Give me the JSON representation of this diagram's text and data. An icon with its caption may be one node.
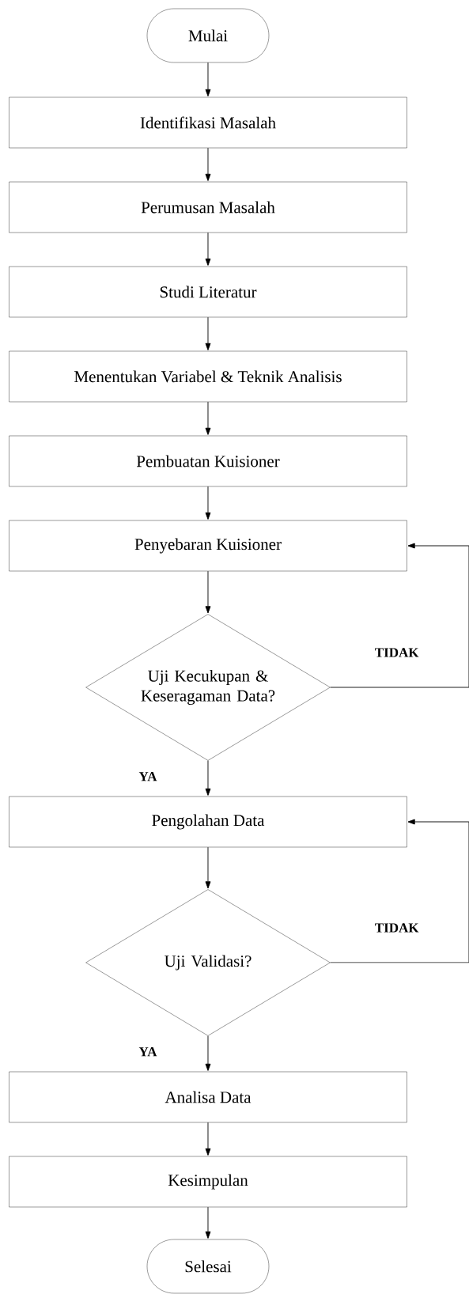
{
  "diagram": {
    "nodes": [
      {
        "text": [
          "Mulai"
        ]
      },
      {
        "text": [
          "Identifikasi Masalah"
        ]
      },
      {
        "text": [
          "Perumusan Masalah"
        ]
      },
      {
        "text": [
          "Studi Literatur"
        ]
      },
      {
        "text": [
          "Menentukan Variabel & Teknik Analisis"
        ]
      },
      {
        "text": [
          "Pembuatan Kuisioner"
        ]
      },
      {
        "text": [
          "Penyebaran Kuisioner"
        ]
      },
      {
        "text": [
          "Uji Kecukupan & Keseragaman Data?"
        ]
      },
      {
        "text": [
          "Pengolahan Data"
        ]
      },
      {
        "text": [
          "Uji Validasi?"
        ]
      },
      {
        "text": [
          "Analisa Data"
        ]
      },
      {
        "text": [
          "Kesimpulan"
        ]
      },
      {
        "text": [
          "Selesai"
        ]
      }
    ],
    "edges": [
      {
        "from": 0,
        "to": 1,
        "arrow": "to"
      },
      {
        "from": 1,
        "to": 2,
        "arrow": "to"
      },
      {
        "from": 2,
        "to": 3,
        "arrow": "to"
      },
      {
        "from": 3,
        "to": 4,
        "arrow": "to"
      },
      {
        "from": 4,
        "to": 5,
        "arrow": "to"
      },
      {
        "from": 5,
        "to": 6,
        "arrow": "to"
      },
      {
        "from": 6,
        "to": 7,
        "arrow": "to"
      },
      {
        "from": 7,
        "to": 8,
        "arrow": "to",
        "label": "YA"
      },
      {
        "from": 7,
        "to": 6,
        "arrow": "to",
        "label": "TIDAK"
      },
      {
        "from": 8,
        "to": 9,
        "arrow": "to"
      },
      {
        "from": 9,
        "to": 10,
        "arrow": "to",
        "label": "YA"
      },
      {
        "from": 9,
        "to": 8,
        "arrow": "to",
        "label": "TIDAK"
      },
      {
        "from": 10,
        "to": 11,
        "arrow": "to"
      },
      {
        "from": 11,
        "to": 12,
        "arrow": "to"
      }
    ]
  }
}
